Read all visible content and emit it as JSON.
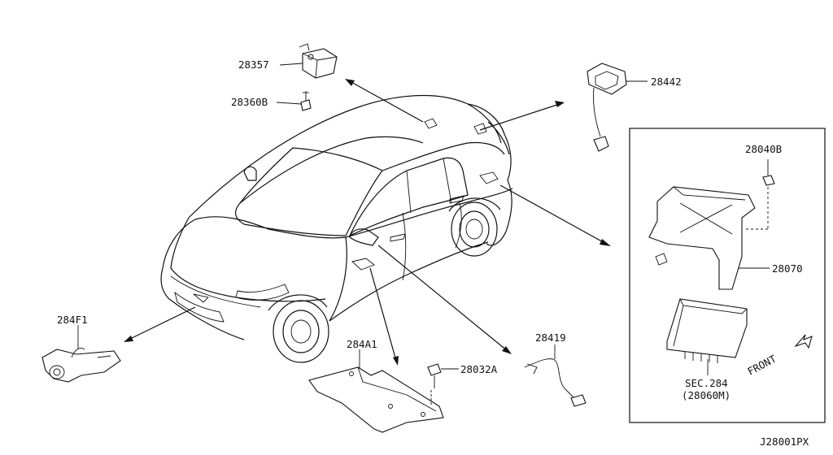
{
  "diagram": {
    "code": "J28001PX",
    "front_label": "FRONT",
    "inset": {
      "section_ref": "SEC.284",
      "section_sub": "(28060M)"
    },
    "labels": {
      "p28357": "28357",
      "p28360B": "28360B",
      "p28442": "28442",
      "p28040B": "28040B",
      "p28070": "28070",
      "p284F1": "284F1",
      "p284A1": "284A1",
      "p28032A": "28032A",
      "p28419": "28419"
    }
  }
}
